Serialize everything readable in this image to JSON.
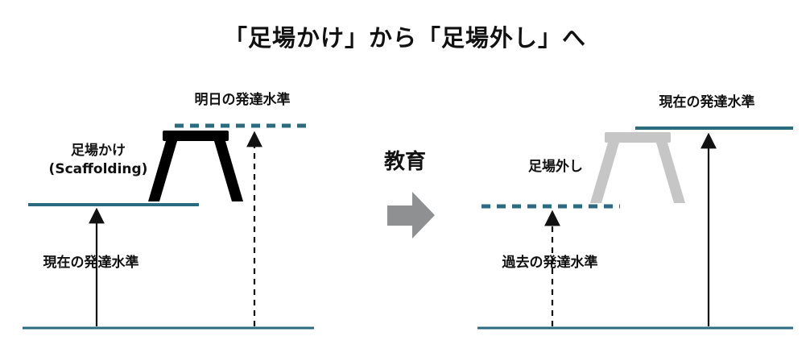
{
  "title": "「足場かけ」から「足場外し」へ",
  "colors": {
    "level_line": "#2b6b80",
    "transition_arrow": "#8f9091"
  },
  "left": {
    "tomorrow_level_label": "明日の発達水準",
    "scaffold_label": "足場かけ",
    "scaffold_sublabel": "(Scaffolding)",
    "current_level_label": "現在の発達水準"
  },
  "center": {
    "education_label": "教育"
  },
  "right": {
    "current_level_label": "現在の発達水準",
    "unscaffold_label": "足場外し",
    "past_level_label": "過去の発達水準"
  }
}
